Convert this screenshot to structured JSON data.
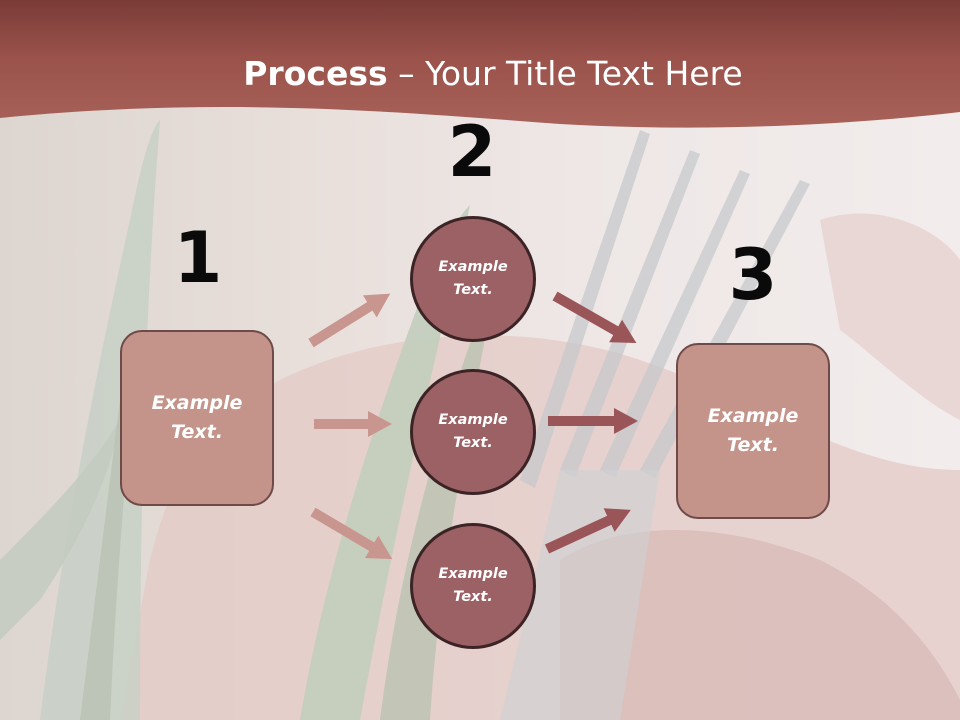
{
  "title": {
    "bold": "Process",
    "rest": " – Your Title Text Here"
  },
  "steps": [
    {
      "number": "1",
      "text": [
        "Example",
        "Text."
      ]
    },
    {
      "number": "2",
      "text": [
        "Example",
        "Text."
      ]
    },
    {
      "number": "3",
      "text": [
        "Example",
        "Text."
      ]
    }
  ],
  "circles": [
    {
      "text": [
        "Example",
        "Text."
      ]
    },
    {
      "text": [
        "Example",
        "Text."
      ]
    },
    {
      "text": [
        "Example",
        "Text."
      ]
    }
  ],
  "colors": {
    "header": "#a0564f",
    "box_fill": "#c4938a",
    "circle_fill": "#9c6165",
    "arrow_light": "#c9958f",
    "arrow_dark": "#9a5559"
  }
}
